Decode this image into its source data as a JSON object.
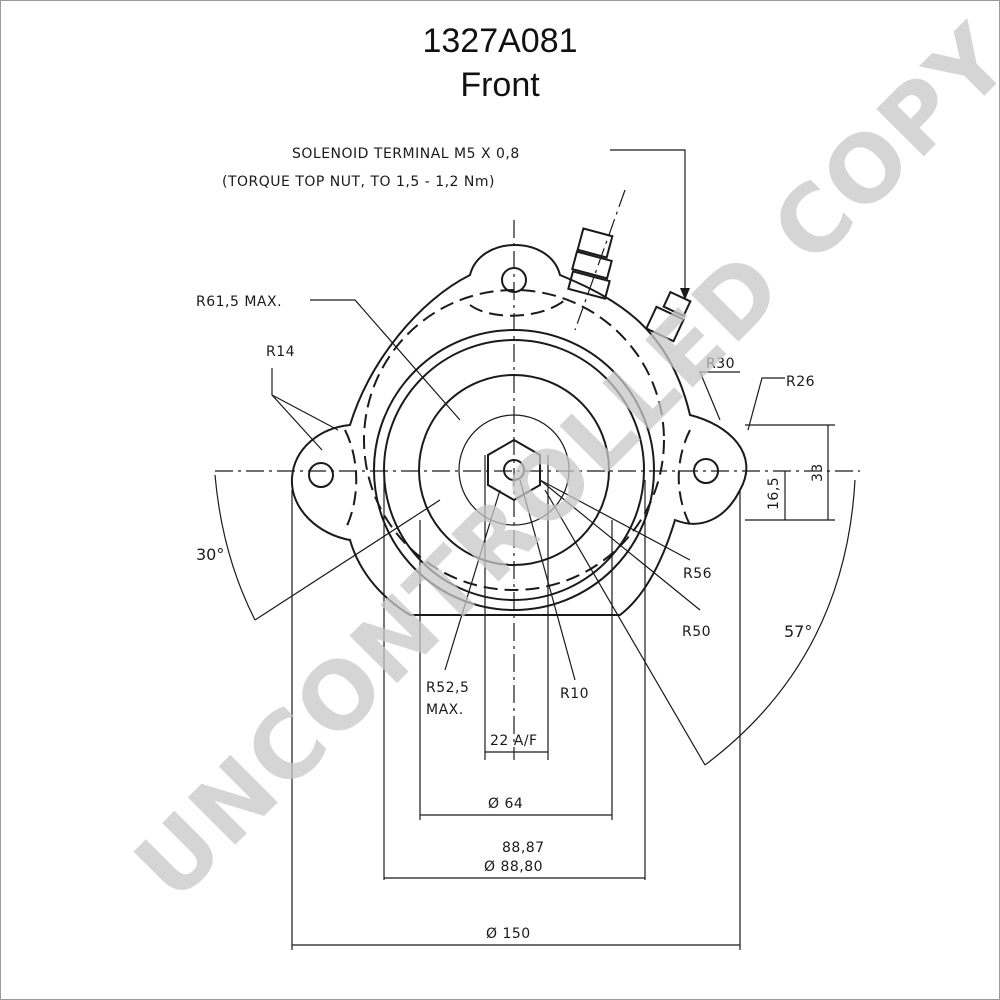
{
  "drawing": {
    "part_number": "1327A081",
    "view": "Front",
    "watermark": "UNCONTROLLED COPY",
    "labels": {
      "solenoid_terminal": "SOLENOID  TERMINAL M5 X 0,8",
      "torque": "(TORQUE TOP NUT, TO 1,5 - 1,2 Nm)",
      "r61": "R61,5 MAX.",
      "r14": "R14",
      "r30": "R30",
      "r26": "R26",
      "dim33": "33",
      "dim16": "16,5",
      "angle30": "30°",
      "r56": "R56",
      "r50": "R50",
      "angle57": "57°",
      "r52": "R52,5",
      "r52_max": "MAX.",
      "r10": "R10",
      "af22": "22 A/F",
      "d64": "Ø 64",
      "d88_top": "88,87",
      "d88_bottom": "Ø 88,80",
      "d150": "Ø 150"
    }
  }
}
